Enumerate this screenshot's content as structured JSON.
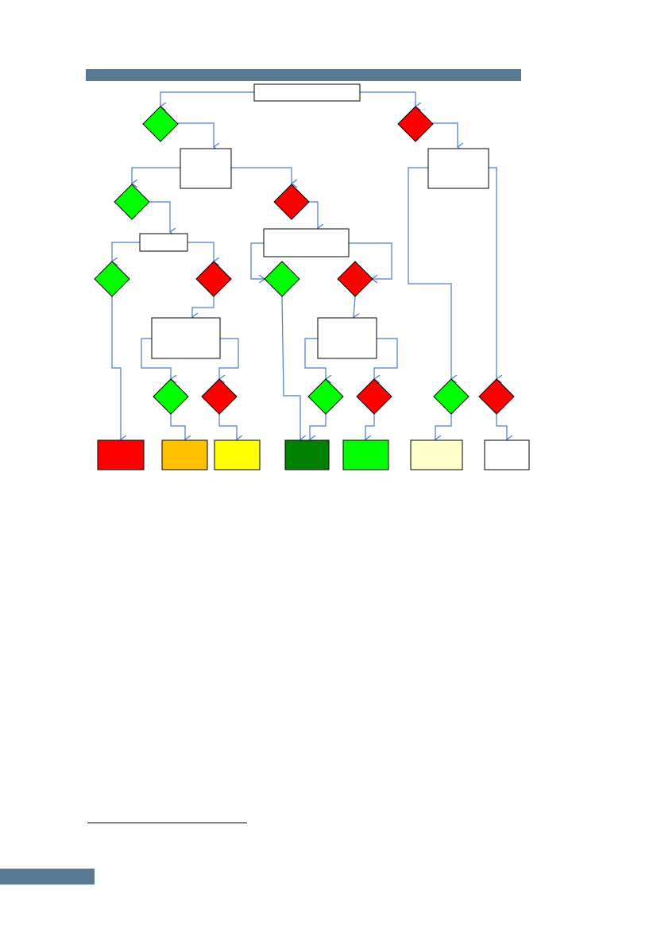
{
  "theme": {
    "bar_color": "#5a7a94",
    "connector_color": "#4a7cc4",
    "yes_color": "#00ff00",
    "no_color": "#ff0000",
    "box_stroke": "#000000"
  },
  "diagram": {
    "description_free": true,
    "decision_nodes": [
      {
        "id": "d-root-yes",
        "kind": "yes"
      },
      {
        "id": "d-root-no",
        "kind": "no"
      },
      {
        "id": "d-l1-yes",
        "kind": "yes"
      },
      {
        "id": "d-l1-no",
        "kind": "no"
      },
      {
        "id": "d-l2a-yes",
        "kind": "yes"
      },
      {
        "id": "d-l2a-no",
        "kind": "no"
      },
      {
        "id": "d-l2b-yes",
        "kind": "yes"
      },
      {
        "id": "d-l2b-no",
        "kind": "no"
      },
      {
        "id": "d-l3a-yes",
        "kind": "yes"
      },
      {
        "id": "d-l3a-no",
        "kind": "no"
      },
      {
        "id": "d-l3b-yes",
        "kind": "yes"
      },
      {
        "id": "d-l3b-no",
        "kind": "no"
      },
      {
        "id": "d-r-yes",
        "kind": "yes"
      },
      {
        "id": "d-r-no",
        "kind": "no"
      }
    ],
    "outcomes": [
      {
        "id": "outcome-red",
        "color": "#ff0000"
      },
      {
        "id": "outcome-orange",
        "color": "#ffc000"
      },
      {
        "id": "outcome-yellow",
        "color": "#ffff00"
      },
      {
        "id": "outcome-dark-green",
        "color": "#008000"
      },
      {
        "id": "outcome-green",
        "color": "#00ff00"
      },
      {
        "id": "outcome-light-yellow",
        "color": "#ffffcc"
      },
      {
        "id": "outcome-white",
        "color": "#ffffff"
      }
    ]
  }
}
